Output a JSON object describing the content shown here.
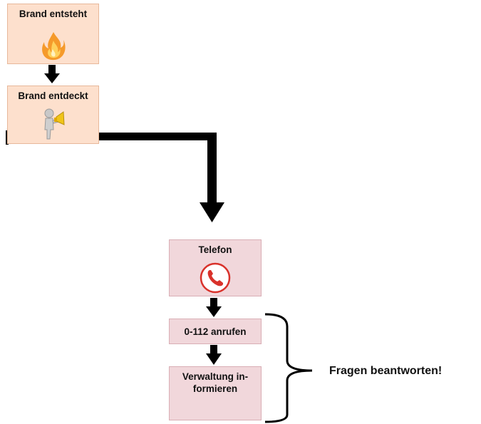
{
  "nodes": {
    "fire_starts": {
      "label": "Brand entsteht",
      "icon": "fire-icon"
    },
    "fire_detected": {
      "label": "Brand entdeckt",
      "icon": "person-megaphone-icon"
    },
    "phone": {
      "label": "Telefon",
      "icon": "phone-icon"
    },
    "call": {
      "label": "0-112 anrufen"
    },
    "inform": {
      "label": "Verwaltung in-formieren",
      "line1": "Verwaltung in-",
      "line2": "formieren"
    }
  },
  "annotation": {
    "text": "Fragen beantworten!"
  },
  "colors": {
    "orange_box": "#fde0cd",
    "pink_box": "#f1d7db",
    "fire": "#f59a2a",
    "phone_red": "#d9322b",
    "arrow": "#000000"
  }
}
